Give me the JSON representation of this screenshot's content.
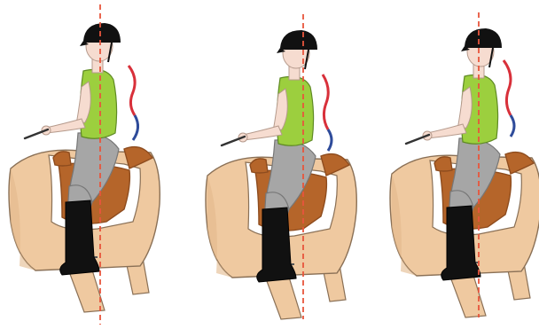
{
  "figure": {
    "panels": [
      {
        "id": "panel-1",
        "spine_curve": "s-curve"
      },
      {
        "id": "panel-2",
        "spine_curve": "s-curve"
      },
      {
        "id": "panel-3",
        "spine_curve": "s-curve"
      }
    ]
  },
  "colors": {
    "background": "#ffffff",
    "horse_coat": "#efc9a0",
    "horse_outline": "#8a7056",
    "saddle": "#b5652a",
    "saddle_dark": "#8e4c1e",
    "saddle_pad": "#ffffff",
    "vest": "#9ccf3e",
    "breeches": "#a6a6a6",
    "boot": "#111111",
    "helmet": "#111111",
    "skin": "#f6dcd0",
    "reference_line": "#e8553c",
    "spine_red": "#d8303a",
    "spine_blue": "#2e4b9a",
    "crop": "#333333"
  }
}
